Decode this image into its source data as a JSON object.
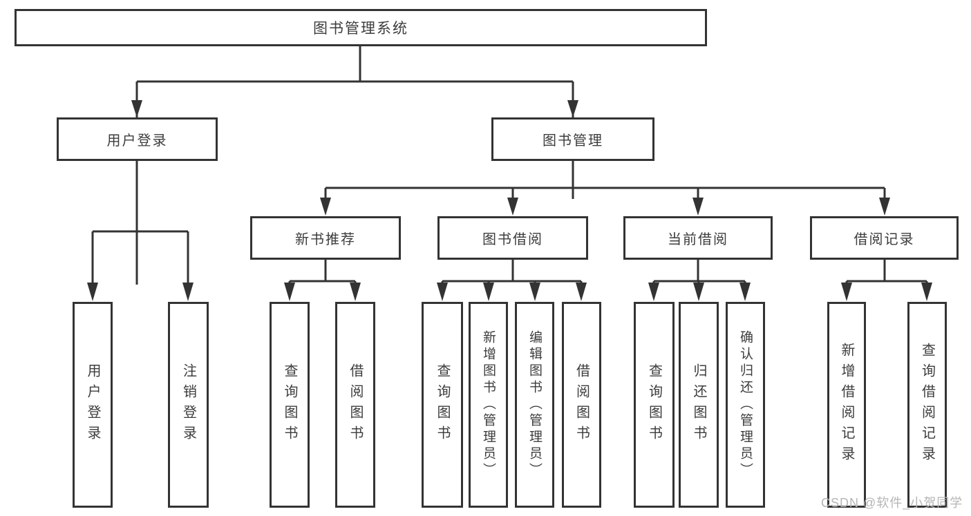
{
  "diagram": {
    "tree": {
      "label": "图书管理系统",
      "children": [
        {
          "label": "用户登录",
          "children": [
            {
              "label": "用户登录"
            },
            {
              "label": "注销登录"
            }
          ]
        },
        {
          "label": "图书管理",
          "children": [
            {
              "label": "新书推荐",
              "children": [
                {
                  "label": "查询图书"
                },
                {
                  "label": "借阅图书"
                }
              ]
            },
            {
              "label": "图书借阅",
              "children": [
                {
                  "label": "查询图书"
                },
                {
                  "label": "新增图书（管理员）"
                },
                {
                  "label": "编辑图书（管理员）"
                },
                {
                  "label": "借阅图书"
                }
              ]
            },
            {
              "label": "当前借阅",
              "children": [
                {
                  "label": "查询图书"
                },
                {
                  "label": "归还图书"
                },
                {
                  "label": "确认归还（管理员）"
                }
              ]
            },
            {
              "label": "借阅记录",
              "children": [
                {
                  "label": "新增借阅记录"
                },
                {
                  "label": "查询借阅记录"
                }
              ]
            }
          ]
        }
      ]
    },
    "colors": {
      "line": "#333333",
      "text": "#3c3c3c",
      "watermark": "#b5b5b5",
      "background": "#ffffff"
    }
  },
  "watermark": {
    "text": "CSDN @软件_小贺同学"
  }
}
